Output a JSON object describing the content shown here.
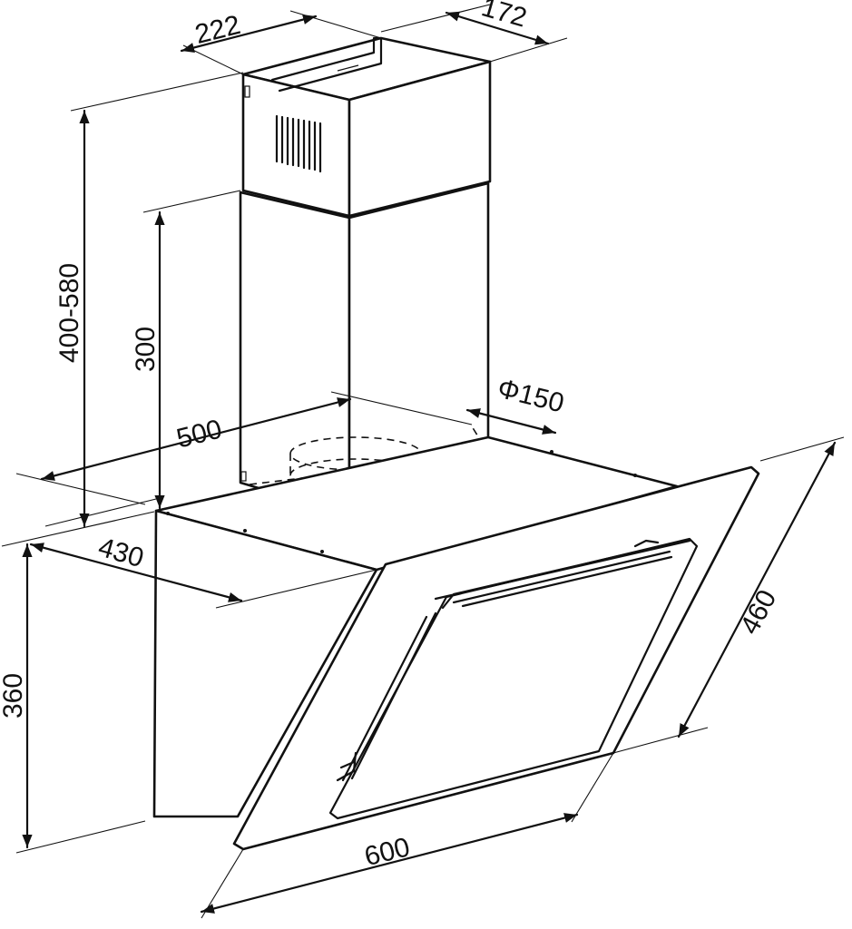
{
  "dimensions": {
    "chimney_depth": "222",
    "chimney_width": "172",
    "total_height_range": "400-580",
    "lower_chimney_height": "300",
    "body_width": "500",
    "duct_diameter": "Φ150",
    "body_depth": "430",
    "body_height": "360",
    "glass_height": "460",
    "glass_width": "600"
  },
  "colors": {
    "line": "#111111",
    "background": "#ffffff"
  }
}
